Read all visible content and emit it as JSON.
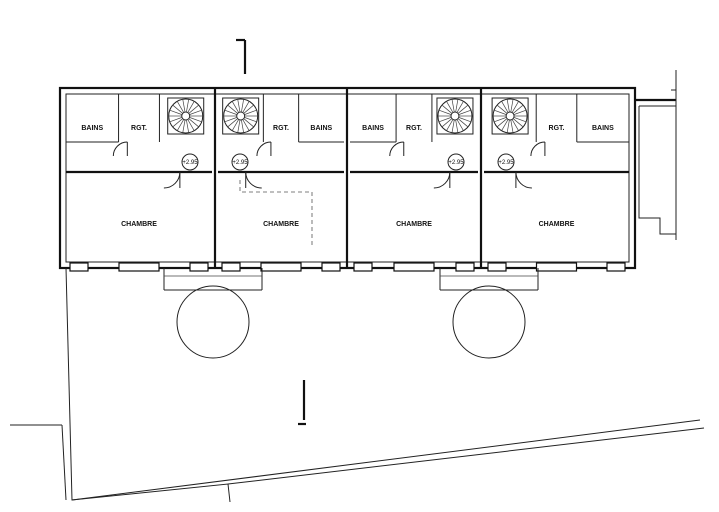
{
  "units": [
    {
      "bath": "BAINS",
      "storage": "RGT.",
      "room": "CHAMBRE",
      "level": "+2.95"
    },
    {
      "bath": "BAINS",
      "storage": "RGT.",
      "room": "CHAMBRE",
      "level": "+2.95"
    },
    {
      "bath": "BAINS",
      "storage": "RGT.",
      "room": "CHAMBRE",
      "level": "+2.95"
    },
    {
      "bath": "BAINS",
      "storage": "RGT.",
      "room": "CHAMBRE",
      "level": "+2.95"
    }
  ]
}
